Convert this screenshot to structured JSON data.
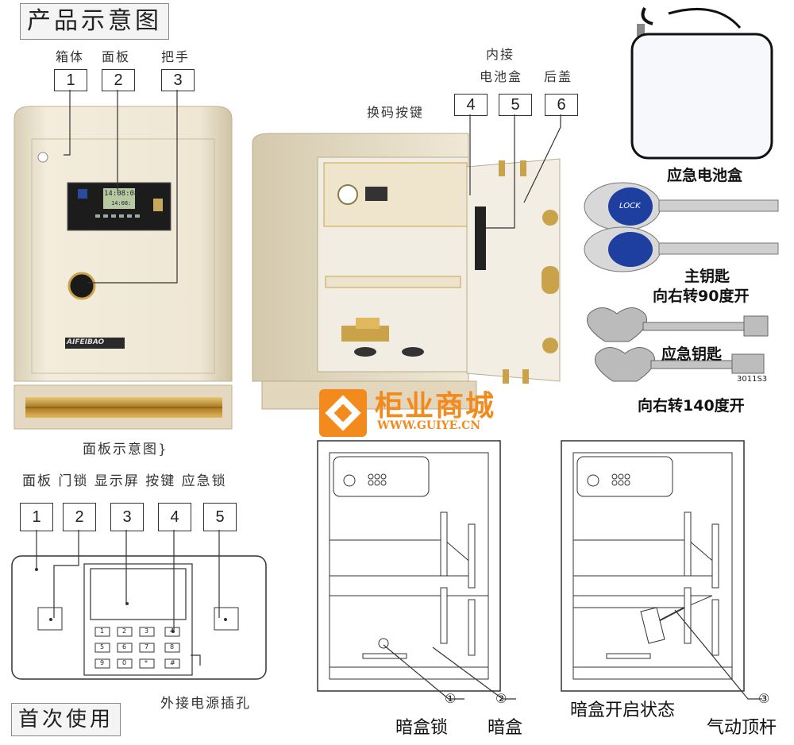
{
  "header": {
    "title": "产品示意图"
  },
  "product_labels": {
    "box": "箱体",
    "panel": "面板",
    "handle": "把手",
    "inner_connect": "内接",
    "battery_box": "电池盒",
    "back_cover": "后盖",
    "code_button": "换码按键"
  },
  "numbers": {
    "n1": "1",
    "n2": "2",
    "n3": "3",
    "n4": "4",
    "n5": "5",
    "n6": "6"
  },
  "safe_front": {
    "lcd_time": "14:08:08",
    "lcd_sub": "14:08:",
    "brand": "AIFEIBAO"
  },
  "accessories": {
    "battery_box_label": "应急电池盒",
    "main_key": "主钥匙",
    "main_key_turn": "向右转90度开",
    "emergency_key": "应急钥匙",
    "emergency_key_turn": "向右转140度开",
    "key_logo": "LOCK",
    "key_tag": "3011S3"
  },
  "watermark": {
    "cn": "柜业商城",
    "url": "WWW.GUIYE.CN"
  },
  "panel_diagram": {
    "title": "面板示意图}",
    "labels": "面板 门锁 显示屏 按键 应急锁",
    "n1": "1",
    "n2": "2",
    "n3": "3",
    "n4": "4",
    "n5": "5",
    "ext_power": "外接电源插孔",
    "keys": [
      "1",
      "2",
      "3",
      "4",
      "5",
      "6",
      "7",
      "8",
      "9",
      "0",
      "*",
      "#"
    ]
  },
  "first_use": {
    "title": "首次使用"
  },
  "interior": {
    "hidden_lock_mark": "①",
    "hidden_lock": "暗盒锁",
    "hidden_box_mark": "②",
    "hidden_box": "暗盒",
    "open_state": "暗盒开启状态",
    "strut_mark": "③",
    "strut": "气动顶杆"
  },
  "colors": {
    "watermark_orange": "#f28a1e",
    "gold": "#c9a24a",
    "safe_body": "#e9e0cc"
  }
}
